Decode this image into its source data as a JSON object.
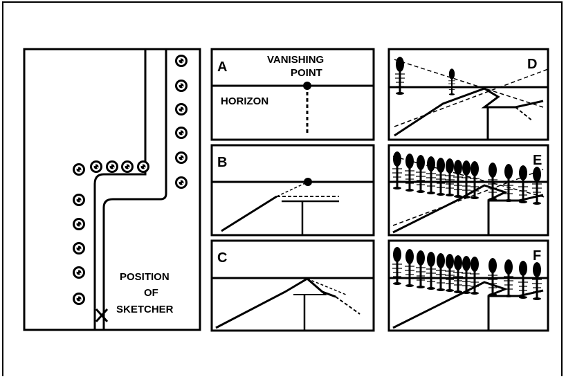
{
  "plan": {
    "position_label_line1": "POSITION",
    "position_label_line2": "OF",
    "position_label_line3": "SKETCHER"
  },
  "panels": {
    "A": {
      "letter": "A",
      "vanishing_line1": "VANISHING",
      "vanishing_line2": "POINT",
      "horizon": "HORIZON"
    },
    "B": {
      "letter": "B"
    },
    "C": {
      "letter": "C"
    },
    "D": {
      "letter": "D"
    },
    "E": {
      "letter": "E"
    },
    "F": {
      "letter": "F"
    }
  }
}
